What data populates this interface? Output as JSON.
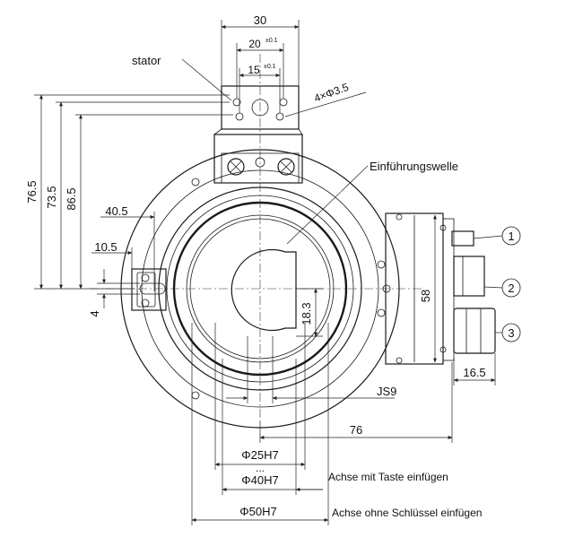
{
  "labels": {
    "stator": "stator",
    "einfuehrungswelle": "Einführungswelle",
    "holes": "4×Φ3.5",
    "achse_taste": "Achse mit Taste einfügen",
    "achse_ohne": "Achse ohne Schlüssel einfügen",
    "js9": "JS9",
    "dots": "..."
  },
  "dimensions": {
    "d30": "30",
    "d20": "20",
    "d20_tol": "±0.1",
    "d15": "15",
    "d15_tol": "±0.1",
    "d76_5": "76.5",
    "d73_5": "73.5",
    "d86_5": "86.5",
    "d40_5": "40.5",
    "d10_5": "10.5",
    "d4": "4",
    "d18_3": "18.3",
    "d58": "58",
    "d16_5": "16.5",
    "d76": "76",
    "phi25": "Φ25H7",
    "phi40": "Φ40H7",
    "phi50": "Φ50H7"
  },
  "callouts": [
    "1",
    "2",
    "3"
  ]
}
